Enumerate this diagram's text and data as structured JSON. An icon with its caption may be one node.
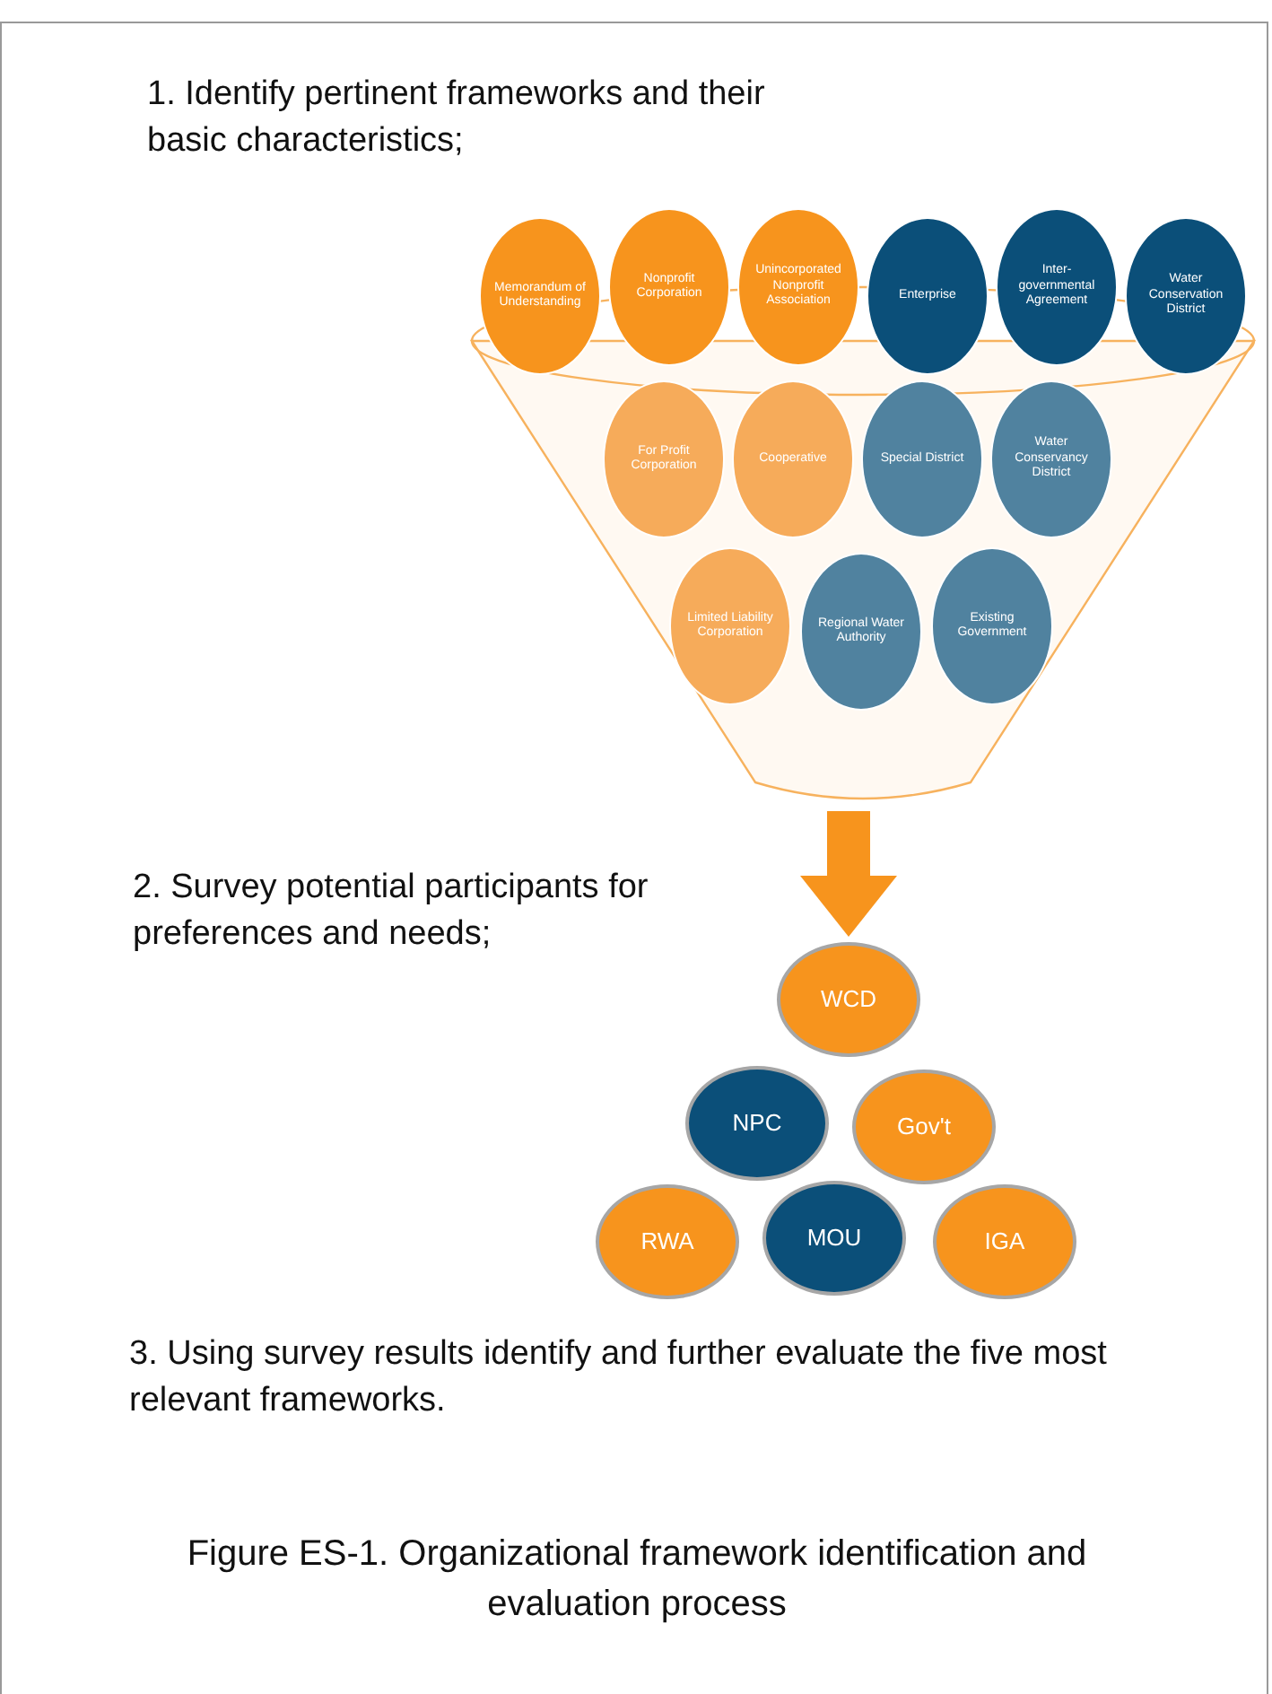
{
  "diagram": {
    "caption": "Figure ES-1. Organizational framework identification and evaluation process",
    "nodes": [
      {
        "text": [],
        "shape": "funnel"
      },
      {
        "text": [
          "Unincorporated Nonprofit Association"
        ]
      },
      {
        "text": [
          "Nonprofit Corporation"
        ]
      },
      {
        "text": [
          "Memorandum of Understanding"
        ]
      },
      {
        "text": [
          "Enterprise"
        ]
      },
      {
        "text": [
          "Inter-governmental Agreement"
        ]
      },
      {
        "text": [
          "Water Conservation District"
        ]
      },
      {
        "text": [
          "For Profit Corporation"
        ],
        "in": 0
      },
      {
        "text": [
          "Cooperative"
        ],
        "in": 0
      },
      {
        "text": [
          "Special District"
        ],
        "in": 0
      },
      {
        "text": [
          "Water Conservancy District"
        ],
        "in": 0
      },
      {
        "text": [
          "Limited Liability Corporation"
        ],
        "in": 0
      },
      {
        "text": [
          "Existing Government"
        ],
        "in": 0
      },
      {
        "text": [
          "Regional Water Authority"
        ],
        "in": 0
      },
      {
        "text": [
          "WCD"
        ]
      },
      {
        "text": [
          "NPC"
        ]
      },
      {
        "text": [
          "Gov't"
        ]
      },
      {
        "text": [
          "RWA"
        ]
      },
      {
        "text": [
          "MOU"
        ]
      },
      {
        "text": [
          "IGA"
        ]
      }
    ],
    "edges": [
      {
        "from": 0,
        "to": 14,
        "arrow": "to"
      }
    ],
    "labels": [
      "1. Identify pertinent frameworks and their basic characteristics;",
      "2. Survey potential participants for preferences and needs;",
      "3. Using survey results identify and further evaluate the five most relevant frameworks."
    ]
  }
}
